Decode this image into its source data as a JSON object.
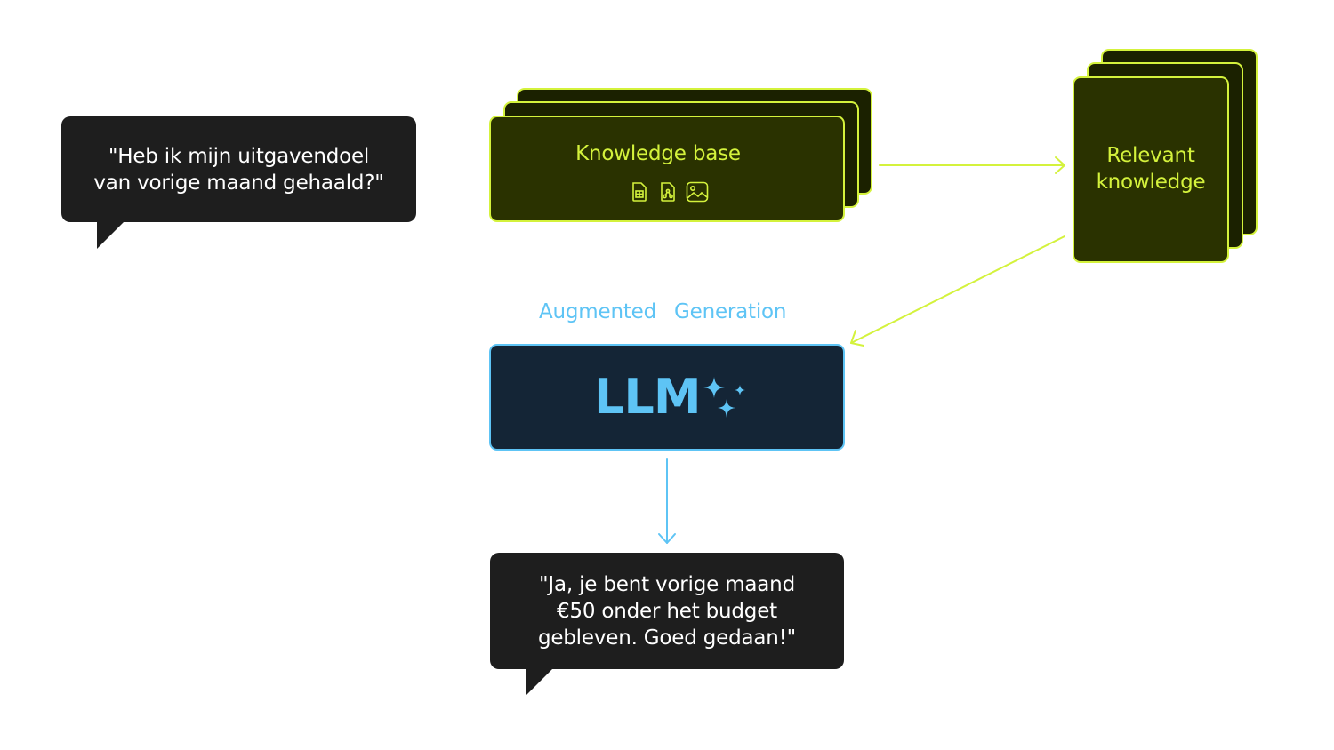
{
  "question": {
    "lines": [
      "\"Heb ik mijn uitgavendoel",
      "van vorige maand gehaald?\""
    ]
  },
  "knowledge_base": {
    "label": "Knowledge base",
    "icons": [
      "spreadsheet-file-icon",
      "diagram-file-icon",
      "image-file-icon"
    ]
  },
  "relevant_knowledge": {
    "lines": [
      "Relevant",
      "knowledge"
    ]
  },
  "generation": {
    "word1": "Augmented",
    "word2": "Generation"
  },
  "llm": {
    "label": "LLM",
    "icon": "sparkles-icon"
  },
  "answer": {
    "lines": [
      "\"Ja, je bent vorige maand",
      "€50 onder het budget",
      "gebleven. Goed gedaan!\""
    ]
  },
  "colors": {
    "lime": "#d4f23c",
    "dark_green": "#2a3200",
    "blue": "#5ec4f5",
    "navy": "#142536",
    "bubble": "#1e1e1e"
  }
}
